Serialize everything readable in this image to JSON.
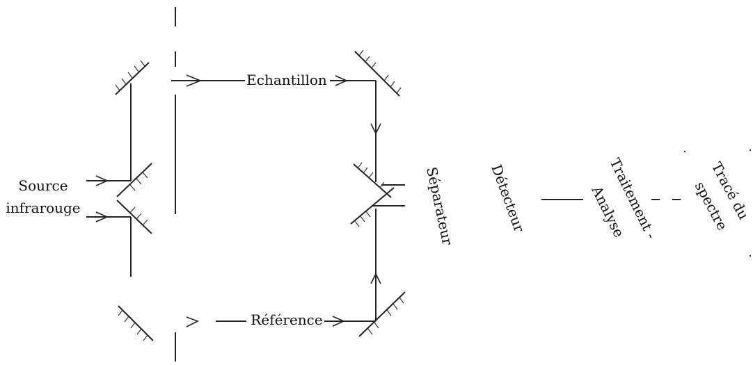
{
  "labels": {
    "source_line1": "Source",
    "source_line2": "infrarouge",
    "sample": "Echantillon",
    "reference": "Référence",
    "separator": "Séparateur",
    "detector": "Détecteur",
    "processing_line1": "Traitement -",
    "processing_line2": "Analyse",
    "plot_line1": "Tracé du",
    "plot_line2": "spectre"
  },
  "colors": {
    "ink": "#222222",
    "background": "#ffffff"
  }
}
